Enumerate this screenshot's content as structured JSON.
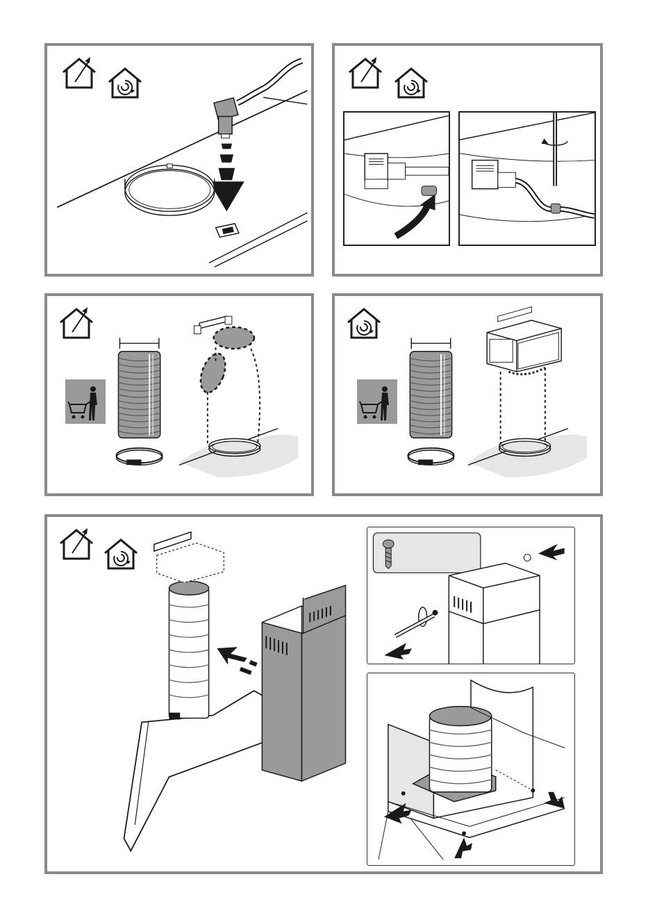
{
  "document": {
    "type": "installation-illustration-sheet",
    "text_content": []
  },
  "icons": {
    "ducted_mode": "house-with-outlet-arrow-icon",
    "recirculation_mode": "house-with-recirculation-icon",
    "shopping": "shopping-trolley-icon",
    "screw": "screw-icon"
  },
  "colors": {
    "frame": "#8a8a8a",
    "ink": "#1a1a1a",
    "grey_fill": "#9a9a9a",
    "light_fill": "#e6e6e6"
  },
  "steps": [
    {
      "id": "electrical-connection",
      "modes": [
        "ducted",
        "recirculation"
      ]
    },
    {
      "id": "cable-clamp-fixing",
      "modes": [
        "ducted",
        "recirculation"
      ]
    },
    {
      "id": "duct-ducted-version",
      "modes": [
        "ducted"
      ]
    },
    {
      "id": "duct-recirculation-version",
      "modes": [
        "recirculation"
      ]
    },
    {
      "id": "chimney-assembly",
      "modes": [
        "ducted",
        "recirculation"
      ]
    }
  ]
}
